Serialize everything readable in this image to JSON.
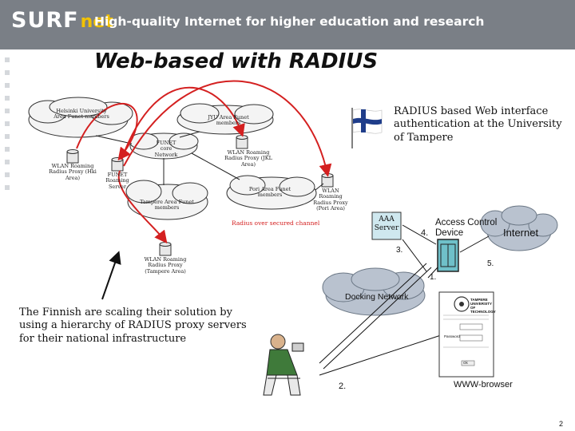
{
  "header": {
    "logo_main": "SURF",
    "logo_suffix": "net",
    "tagline": "High-quality Internet for higher education and research"
  },
  "slide": {
    "title": "Web-based with RADIUS",
    "page_number": "2"
  },
  "notes": {
    "tampere": [
      "RADIUS based Web interface",
      "authentication at the University",
      "of Tampere"
    ],
    "finnish": [
      "The Finnish are scaling their solution by",
      "using a hierarchy of RADIUS proxy servers",
      "for their national infrastructure"
    ]
  },
  "network_map": {
    "helsinki_cloud": "Helsinki University Area Funet members",
    "jyu_cloud": "JYU Area Funet members",
    "funet_core": "FUNET core Network",
    "tampere_cloud": "Tampere Area Funet members",
    "pori_cloud": "Pori Area Funet members",
    "funet_roaming": "FUNET Roaming Server",
    "wlan_hki": "WLAN Roaming Radius Proxy (Hki Area)",
    "wlan_jkl": "WLAN Roaming Radius Proxy (JKL Area)",
    "wlan_pori": "WLAN Roaming Radius Proxy (Pori Area)",
    "wlan_tampere": "WLAN Roaming Radius Proxy (Tampere Area)",
    "radius_channel": "Radius over secured channel"
  },
  "flow": {
    "aaa_server": "AAA Server",
    "access_control": "Access Control Device",
    "internet": "Internet",
    "docking": "Docking Network",
    "wwwbrowser": "WWW-browser",
    "step1": "1.",
    "step2": "2.",
    "step3": "3.",
    "step4": "4.",
    "step5": "5."
  },
  "browser_mock": {
    "university": "TAMPERE UNIVERSITY OF TECHNOLOGY",
    "password_label": "Password",
    "button": "Ok"
  },
  "colors": {
    "banner": "#7a7f86",
    "logo_accent": "#f2c200",
    "radius_arrow": "#d42020",
    "cloud_fill": "#b9c2cf",
    "cloud_light": "#f4f4f4"
  }
}
